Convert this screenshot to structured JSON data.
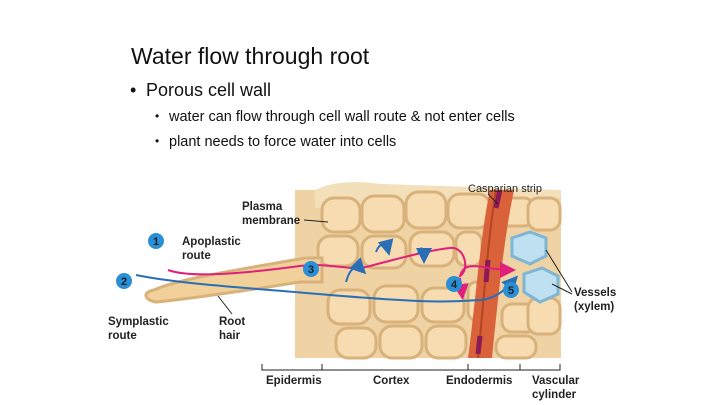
{
  "slide": {
    "title": "Water flow through root",
    "bullet": "Porous cell wall",
    "sub_bullets": [
      "water can flow through cell wall route & not enter cells",
      "plant needs to force water into cells"
    ]
  },
  "diagram": {
    "casparian_label": "Casparian strip",
    "plasma_membrane_label": [
      "Plasma",
      "membrane"
    ],
    "apoplastic_label": [
      "Apoplastic",
      "route"
    ],
    "symplastic_label": [
      "Symplastic",
      "route"
    ],
    "root_hair_label": [
      "Root",
      "hair"
    ],
    "vessels_label": [
      "Vessels",
      "(xylem)"
    ],
    "regions": [
      "Epidermis",
      "Cortex",
      "Endodermis",
      "Vascular",
      "cylinder"
    ],
    "markers": [
      "1",
      "2",
      "3",
      "4",
      "5"
    ],
    "colors": {
      "apoplastic_path": "#e0207a",
      "symplastic_path": "#2a6fb5",
      "marker": "#2a8fd6",
      "casparian_strip": "#8a1a55",
      "endodermis": "#d9623a",
      "cell_fill": "#f6dcb0",
      "cell_wall": "#d8b27a",
      "vessel": "#bfe0f0"
    }
  }
}
